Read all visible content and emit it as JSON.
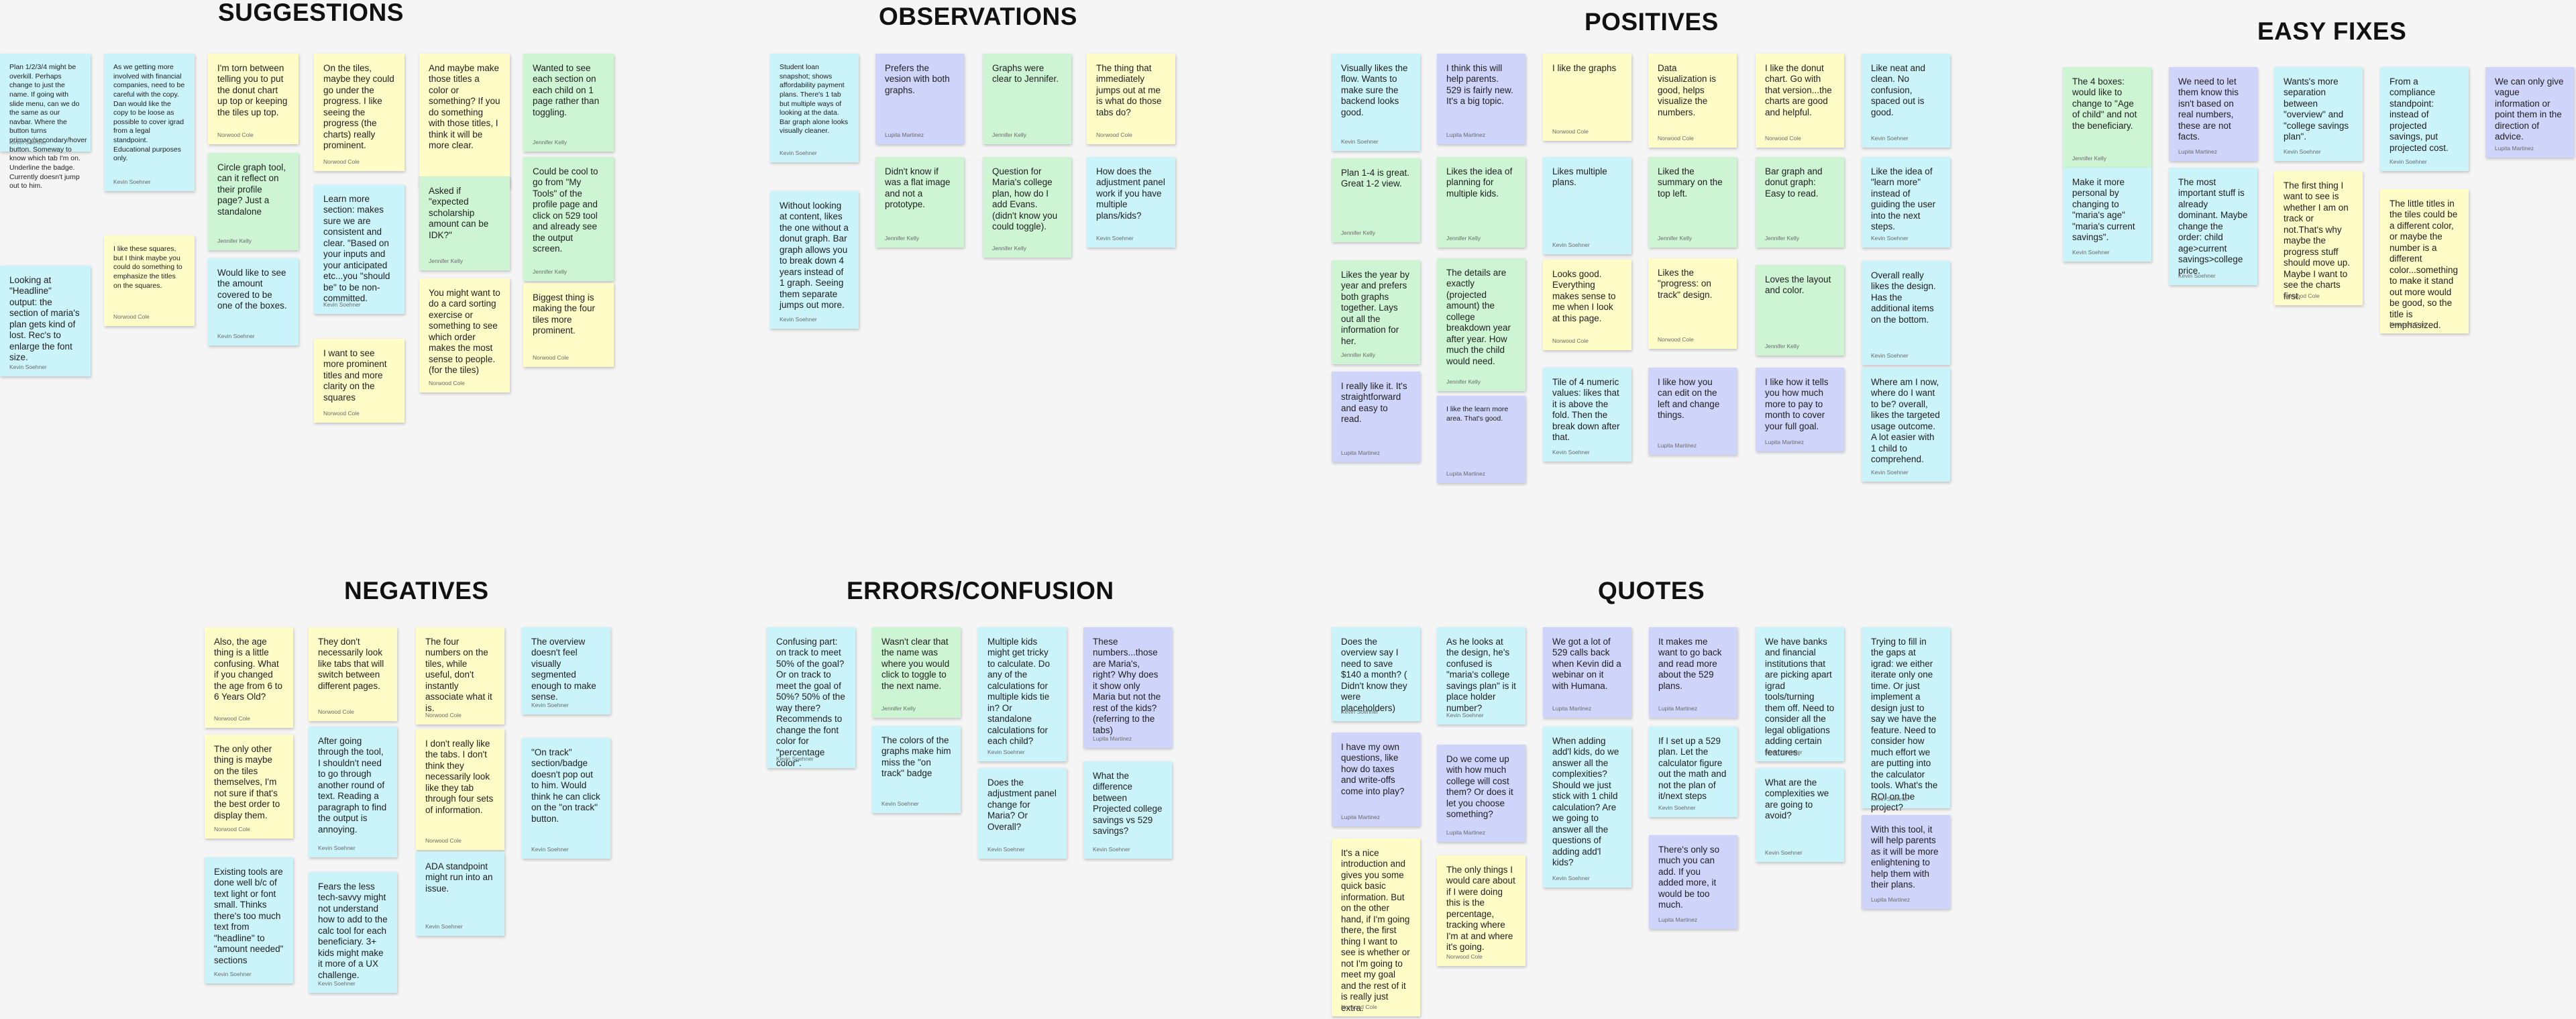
{
  "sections": [
    {
      "key": "suggestions",
      "title": "SUGGESTIONS",
      "notes": [
        {
          "c": "b",
          "small": true,
          "text": "Plan 1/2/3/4 might be overkill. Perhaps change to just the name. If going with slide menu, can we do the same as our navbar. Where the button turns primary/secondary/hover button. Someway to know which tab I'm on. Underline the badge. Currently doesn't jump out to him.",
          "author": "Kevin Soehner"
        },
        {
          "c": "b",
          "text": "Looking at \"Headline\" output: the section of maria's plan gets kind of lost. Rec's to enlarge the font size.",
          "author": "Kevin Soehner"
        },
        {
          "c": "b",
          "small": true,
          "text": "As we getting more involved with financial companies, need to be careful with the copy. Dan would like the copy to be loose as possible to cover igrad from a legal standpoint. Educational purposes only.",
          "author": "Kevin Soehner"
        },
        {
          "c": "y",
          "small": true,
          "text": "I like these squares, but I think maybe you could do something to emphasize the titles on the squares.",
          "author": "Norwood Cole"
        },
        {
          "c": "y",
          "text": "I'm torn between telling you to put the donut chart up top or keeping the tiles up top.",
          "author": "Norwood Cole"
        },
        {
          "c": "g",
          "text": "Circle graph tool, can it reflect on their profile page? Just a standalone",
          "author": "Jennifer Kelly"
        },
        {
          "c": "b",
          "text": "Would like to see the amount covered to be one of the boxes.",
          "author": "Kevin Soehner"
        },
        {
          "c": "y",
          "text": "On the tiles, maybe they could go under the progress. I like seeing the progress (the charts) really prominent.",
          "author": "Norwood Cole"
        },
        {
          "c": "b",
          "text": "Learn more section: makes sure we are consistent and clear. \"Based on your inputs and your anticipated etc...you \"should be\" to be non-committed.",
          "author": "Kevin Soehner"
        },
        {
          "c": "y",
          "text": "I want to see more prominent titles and more clarity on the squares",
          "author": "Norwood Cole"
        },
        {
          "c": "y",
          "text": "And maybe make those titles a color or something? If you do something with those titles, I think it will be more clear.",
          "author": "Norwood Cole"
        },
        {
          "c": "g",
          "text": "Asked if \"expected scholarship amount can be IDK?\"",
          "author": "Jennifer Kelly"
        },
        {
          "c": "y",
          "text": "You might want to do a card sorting exercise or something to see which order makes the most sense to people. (for the tiles)",
          "author": "Norwood Cole"
        },
        {
          "c": "g",
          "text": "Wanted to see each section on each child on 1 page rather than toggling.",
          "author": "Jennifer Kelly"
        },
        {
          "c": "g",
          "text": "Could be cool to go from \"My Tools\" of the profile page and click on 529 tool and already see the output screen.",
          "author": "Jennifer Kelly"
        },
        {
          "c": "y",
          "text": "Biggest thing is making the four tiles more prominent.",
          "author": "Norwood Cole"
        }
      ]
    },
    {
      "key": "observations",
      "title": "OBSERVATIONS",
      "notes": [
        {
          "c": "b",
          "small": true,
          "text": "Student loan snapshot; shows affordability payment plans. There's 1 tab but multiple ways of looking at the data. Bar graph alone looks visually cleaner.",
          "author": "Kevin Soehner"
        },
        {
          "c": "b",
          "text": "Without looking at content, likes the one without a donut graph. Bar graph allows you to break down 4 years instead of 1 graph. Seeing them separate jumps out more.",
          "author": "Kevin Soehner"
        },
        {
          "c": "p",
          "text": "Prefers the vesion with both graphs.",
          "author": "Lupita Martinez"
        },
        {
          "c": "g",
          "text": "Didn't know if was a flat image and not a prototype.",
          "author": "Jennifer Kelly"
        },
        {
          "c": "g",
          "text": "Graphs were clear to Jennifer.",
          "author": "Jennifer Kelly"
        },
        {
          "c": "g",
          "text": "Question for Maria's college plan, how do I add Evans. (didn't know you could toggle).",
          "author": "Jennifer Kelly"
        },
        {
          "c": "y",
          "text": "The thing that immediately jumps out at me is what do those tabs do?",
          "author": "Norwood Cole"
        },
        {
          "c": "b",
          "text": "How does the adjustment panel work if you have multiple plans/kids?",
          "author": "Kevin Soehner"
        }
      ]
    },
    {
      "key": "positives",
      "title": "POSITIVES",
      "notes": [
        {
          "c": "b",
          "text": "Visually likes the flow. Wants to make sure the backend looks good.",
          "author": "Kevin Soehner"
        },
        {
          "c": "g",
          "text": "Plan 1-4 is great. Great 1-2 view.",
          "author": "Jennifer Kelly"
        },
        {
          "c": "g",
          "text": "Likes the year by year and prefers both graphs together. Lays out all the information for her.",
          "author": "Jennifer Kelly"
        },
        {
          "c": "p",
          "text": "I really like it. It's straightforward and easy to read.",
          "author": "Lupita Martinez"
        },
        {
          "c": "p",
          "text": "I think this will help parents. 529 is fairly new. It's a big topic.",
          "author": "Lupita Martinez"
        },
        {
          "c": "g",
          "text": "Likes the idea of planning for multiple kids.",
          "author": "Jennifer Kelly"
        },
        {
          "c": "g",
          "text": "The details are exactly (projected amount) the college breakdown year after year. How much the child would need.",
          "author": "Jennifer Kelly"
        },
        {
          "c": "p",
          "small": true,
          "text": "I like the learn more area. That's good.",
          "author": "Lupita Martinez"
        },
        {
          "c": "y",
          "text": "I like the graphs",
          "author": "Norwood Cole"
        },
        {
          "c": "b",
          "text": "Likes multiple plans.",
          "author": "Kevin Soehner"
        },
        {
          "c": "y",
          "text": "Looks good. Everything makes sense to me when I look at this page.",
          "author": "Norwood Cole"
        },
        {
          "c": "b",
          "text": "Tile of 4 numeric values: likes that it is above the fold. Then the break down after that.",
          "author": "Kevin Soehner"
        },
        {
          "c": "y",
          "text": "Data visualization is good, helps visualize the numbers.",
          "author": "Norwood Cole"
        },
        {
          "c": "g",
          "text": "Liked the summary on the top left.",
          "author": "Jennifer Kelly"
        },
        {
          "c": "y",
          "text": "Likes the \"progress: on track\" design.",
          "author": "Norwood Cole"
        },
        {
          "c": "p",
          "text": "I like how you can edit on the left and change things.",
          "author": "Lupita Martinez"
        },
        {
          "c": "y",
          "text": "I like the donut chart. Go with that version...the charts are good and helpful.",
          "author": "Norwood Cole"
        },
        {
          "c": "g",
          "text": "Bar graph and donut graph: Easy to read.",
          "author": "Jennifer Kelly"
        },
        {
          "c": "g",
          "text": "Loves the layout and color.",
          "author": "Jennifer Kelly"
        },
        {
          "c": "p",
          "text": "I like how it tells you how much more to pay to month to cover your full goal.",
          "author": "Lupita Martinez"
        },
        {
          "c": "b",
          "text": "Like neat and clean. No confusion, spaced out is good.",
          "author": "Kevin Soehner"
        },
        {
          "c": "b",
          "text": "Like the idea of \"learn more\" instead of guiding the user into the next steps.",
          "author": "Kevin Soehner"
        },
        {
          "c": "b",
          "text": "Overall really likes the design. Has the additional items on the bottom.",
          "author": "Kevin Soehner"
        },
        {
          "c": "b",
          "text": "Where am I now, where do I want to be? overall, likes the targeted usage outcome. A lot easier with 1 child to comprehend.",
          "author": "Kevin Soehner"
        }
      ]
    },
    {
      "key": "easy_fixes",
      "title": "EASY FIXES",
      "notes": [
        {
          "c": "g",
          "text": "The 4 boxes: would like to change to \"Age of child\" and not the beneficiary.",
          "author": "Jennifer Kelly"
        },
        {
          "c": "b",
          "text": "Make it more personal by changing to \"maria's age\" \"maria's current savings\".",
          "author": "Kevin Soehner"
        },
        {
          "c": "p",
          "text": "We need to let them know this isn't based on real numbers, these are not facts.",
          "author": "Lupita Martinez"
        },
        {
          "c": "b",
          "text": "The most important stuff is already dominant. Maybe change the order: child age>current savings>college price.",
          "author": "Kevin Soehner"
        },
        {
          "c": "b",
          "text": "Wants's more separation between \"overview\" and \"college savings plan\".",
          "author": "Kevin Soehner"
        },
        {
          "c": "y",
          "text": "The first thing I want to see is whether I am on track or not.That's why maybe the progress stuff should move up. Maybe I want to see the charts first.",
          "author": "Norwood Cole"
        },
        {
          "c": "b",
          "text": "From a compliance standpoint: instead of projected savings, put projected cost.",
          "author": "Kevin Soehner"
        },
        {
          "c": "y",
          "text": "The little titles in the tiles could be a different color, or maybe the number is a different color...something to make it stand out more would be good, so the title is emphasized.",
          "author": "Norwood Cole"
        },
        {
          "c": "p",
          "text": "We can only give vague information or point them in the direction of advice.",
          "author": "Lupita Martinez"
        }
      ]
    },
    {
      "key": "negatives",
      "title": "NEGATIVES",
      "notes": [
        {
          "c": "y",
          "text": "Also, the age thing is a little confusing. What if you changed the age from 6 to 6 Years Old?",
          "author": "Norwood Cole"
        },
        {
          "c": "y",
          "text": "The only other thing is maybe on the tiles themselves, I'm not sure if that's the best order to display them.",
          "author": "Norwood Cole"
        },
        {
          "c": "b",
          "text": "Existing tools are done well b/c of text light or font small. Thinks there's too much text from \"headline\" to \"amount needed\" sections",
          "author": "Kevin Soehner"
        },
        {
          "c": "y",
          "text": "They don't necessarily look like tabs that will switch between different pages.",
          "author": "Norwood Cole"
        },
        {
          "c": "b",
          "text": "After going through the tool, I shouldn't need to go through another round of text. Reading a paragraph to find the output is annoying.",
          "author": "Kevin Soehner"
        },
        {
          "c": "b",
          "text": "Fears the less tech-savvy might not understand how to add to the calc tool for each beneficiary. 3+ kids might make it more of a UX challenge.",
          "author": "Kevin Soehner"
        },
        {
          "c": "y",
          "text": "The four numbers on the tiles, while useful, don't instantly associate what it is.",
          "author": "Norwood Cole"
        },
        {
          "c": "y",
          "text": "I don't really like the tabs. I don't think they necessarily look like they tab through four sets of information.",
          "author": "Norwood Cole"
        },
        {
          "c": "b",
          "text": "ADA standpoint might run into an issue.",
          "author": "Kevin Soehner"
        },
        {
          "c": "b",
          "text": "The overview doesn't feel visually segmented enough to make sense.",
          "author": "Kevin Soehner"
        },
        {
          "c": "b",
          "text": "\"On track\" section/badge doesn't pop out to him. Would think he can click on the \"on track\" button.",
          "author": "Kevin Soehner"
        }
      ]
    },
    {
      "key": "errors",
      "title": "ERRORS/CONFUSION",
      "notes": [
        {
          "c": "b",
          "text": "Confusing part: on track to meet 50% of the goal? Or on track to meet the goal of 50%? 50% of the way there? Recommends to change the font color for \"percentage color\".",
          "author": "Kevin Soehner"
        },
        {
          "c": "g",
          "text": "Wasn't clear that the name was where you would click to toggle to the next name.",
          "author": "Jennifer Kelly"
        },
        {
          "c": "b",
          "text": "The colors of the graphs make him miss the \"on track\" badge",
          "author": "Kevin Soehner"
        },
        {
          "c": "b",
          "text": "Multiple kids might get tricky to calculate. Do any of the calculations for multiple kids tie in? Or standalone calculations for each child?",
          "author": "Kevin Soehner"
        },
        {
          "c": "b",
          "text": "Does the adjustment panel change for Maria? Or Overall?",
          "author": "Kevin Soehner"
        },
        {
          "c": "p",
          "text": "These numbers...those are Maria's, right? Why does it show only Maria but not the rest of the kids? (referring to the tabs)",
          "author": "Lupita Martinez"
        },
        {
          "c": "b",
          "text": "What the difference between Projected college savings vs 529 savings?",
          "author": "Kevin Soehner"
        }
      ]
    },
    {
      "key": "quotes",
      "title": "QUOTES",
      "notes": [
        {
          "c": "b",
          "text": "Does the overview say I need to save $140 a month? ( Didn't know they were placeholders)",
          "author": "Kevin Soehner"
        },
        {
          "c": "p",
          "text": "I have my own questions, like how do taxes and write-offs come into play?",
          "author": "Lupita Martinez"
        },
        {
          "c": "y",
          "text": "It's a nice introduction and gives you some quick basic information. But on the other hand, if I'm going there, the first thing I want to see is whether or not I'm going to meet my goal and the rest of it is really just extra.",
          "author": "Norwood Cole"
        },
        {
          "c": "b",
          "text": "As he looks at the design, he's confused is \"maria's college savings plan\" is it place holder number?",
          "author": "Kevin Soehner"
        },
        {
          "c": "p",
          "text": "Do we come up with how much college will cost them? Or does it let you choose something?",
          "author": "Lupita Martinez"
        },
        {
          "c": "y",
          "text": "The only things I would care about if I were doing this is the percentage, tracking where I'm at and where it's going.",
          "author": "Norwood Cole"
        },
        {
          "c": "p",
          "text": "We got a lot of 529 calls back when Kevin did a webinar on it with Humana.",
          "author": "Lupita Martinez"
        },
        {
          "c": "b",
          "text": "When adding add'l kids, do we answer all the complexities? Should we just stick with 1 child calculation? Are we going to answer all the questions of adding add'l kids?",
          "author": "Kevin Soehner"
        },
        {
          "c": "p",
          "text": "It makes me want to go back and read more about the 529 plans.",
          "author": "Lupita Martinez"
        },
        {
          "c": "b",
          "text": "If I set up a 529 plan. Let the calculator figure out the math and not the plan of it/next steps",
          "author": "Kevin Soehner"
        },
        {
          "c": "p",
          "text": "There's only so much you can add. If you added more, it would be too much.",
          "author": "Lupita Martinez"
        },
        {
          "c": "b",
          "text": "We have banks and financial institutions that are picking apart igrad tools/turning them off. Need to consider all the legal obligations adding certain features.",
          "author": "Kevin Soehner"
        },
        {
          "c": "b",
          "text": "What are the complexities we are going to avoid?",
          "author": "Kevin Soehner"
        },
        {
          "c": "b",
          "text": "Trying to fill in the gaps at igrad: we either iterate only one time. Or just implement a design just to say we have the feature. Need to consider how much effort we are putting into the calculator tools. What's the ROI on the project?",
          "author": "Kevin Soehner"
        },
        {
          "c": "p",
          "text": "With this tool, it will help parents as it will be more enlightening to help them with their plans.",
          "author": "Lupita Martinez"
        }
      ]
    }
  ]
}
